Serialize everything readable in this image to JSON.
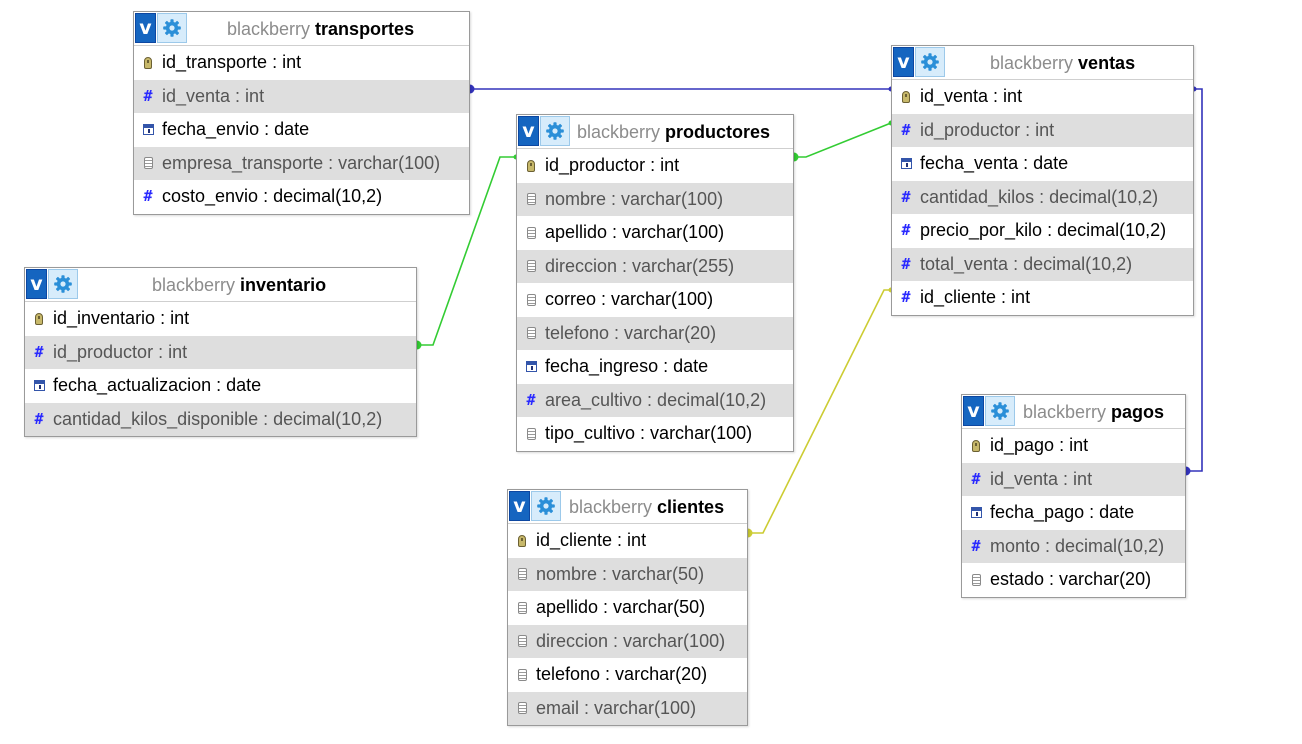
{
  "schema": "blackberry",
  "tables": {
    "transportes": {
      "db": "blackberry",
      "name": "transportes",
      "cols": [
        {
          "label": "id_transporte : int",
          "kind": "key"
        },
        {
          "label": "id_venta : int",
          "kind": "num"
        },
        {
          "label": "fecha_envio : date",
          "kind": "date"
        },
        {
          "label": "empresa_transporte : varchar(100)",
          "kind": "str"
        },
        {
          "label": "costo_envio : decimal(10,2)",
          "kind": "num"
        }
      ]
    },
    "productores": {
      "db": "blackberry",
      "name": "productores",
      "cols": [
        {
          "label": "id_productor : int",
          "kind": "key"
        },
        {
          "label": "nombre : varchar(100)",
          "kind": "str"
        },
        {
          "label": "apellido : varchar(100)",
          "kind": "str"
        },
        {
          "label": "direccion : varchar(255)",
          "kind": "str"
        },
        {
          "label": "correo : varchar(100)",
          "kind": "str"
        },
        {
          "label": "telefono : varchar(20)",
          "kind": "str"
        },
        {
          "label": "fecha_ingreso : date",
          "kind": "date"
        },
        {
          "label": "area_cultivo : decimal(10,2)",
          "kind": "num"
        },
        {
          "label": "tipo_cultivo : varchar(100)",
          "kind": "str"
        }
      ]
    },
    "ventas": {
      "db": "blackberry",
      "name": "ventas",
      "cols": [
        {
          "label": "id_venta : int",
          "kind": "key"
        },
        {
          "label": "id_productor : int",
          "kind": "num"
        },
        {
          "label": "fecha_venta : date",
          "kind": "date"
        },
        {
          "label": "cantidad_kilos : decimal(10,2)",
          "kind": "num"
        },
        {
          "label": "precio_por_kilo : decimal(10,2)",
          "kind": "num"
        },
        {
          "label": "total_venta : decimal(10,2)",
          "kind": "num"
        },
        {
          "label": "id_cliente : int",
          "kind": "num"
        }
      ]
    },
    "inventario": {
      "db": "blackberry",
      "name": "inventario",
      "cols": [
        {
          "label": "id_inventario : int",
          "kind": "key"
        },
        {
          "label": "id_productor : int",
          "kind": "num"
        },
        {
          "label": "fecha_actualizacion : date",
          "kind": "date"
        },
        {
          "label": "cantidad_kilos_disponible : decimal(10,2)",
          "kind": "num"
        }
      ]
    },
    "pagos": {
      "db": "blackberry",
      "name": "pagos",
      "cols": [
        {
          "label": "id_pago : int",
          "kind": "key"
        },
        {
          "label": "id_venta : int",
          "kind": "num"
        },
        {
          "label": "fecha_pago : date",
          "kind": "date"
        },
        {
          "label": "monto : decimal(10,2)",
          "kind": "num"
        },
        {
          "label": "estado : varchar(20)",
          "kind": "str"
        }
      ]
    },
    "clientes": {
      "db": "blackberry",
      "name": "clientes",
      "cols": [
        {
          "label": "id_cliente : int",
          "kind": "key"
        },
        {
          "label": "nombre : varchar(50)",
          "kind": "str"
        },
        {
          "label": "apellido : varchar(50)",
          "kind": "str"
        },
        {
          "label": "direccion : varchar(100)",
          "kind": "str"
        },
        {
          "label": "telefono : varchar(20)",
          "kind": "str"
        },
        {
          "label": "email : varchar(100)",
          "kind": "str"
        }
      ]
    }
  },
  "header_icons": {
    "left": "v-icon",
    "right": "gear-icon"
  },
  "relations": [
    {
      "from": "transportes.id_venta",
      "to": "ventas.id_venta",
      "color": "#3333bb"
    },
    {
      "from": "productores.id_productor",
      "to": "ventas.id_productor",
      "color": "#33cc33"
    },
    {
      "from": "inventario.id_productor",
      "to": "productores.id_productor",
      "color": "#33cc33"
    },
    {
      "from": "clientes.id_cliente",
      "to": "ventas.id_cliente",
      "color": "#cccc33"
    },
    {
      "from": "pagos.id_venta",
      "to": "ventas.id_venta",
      "color": "#3333bb"
    }
  ]
}
